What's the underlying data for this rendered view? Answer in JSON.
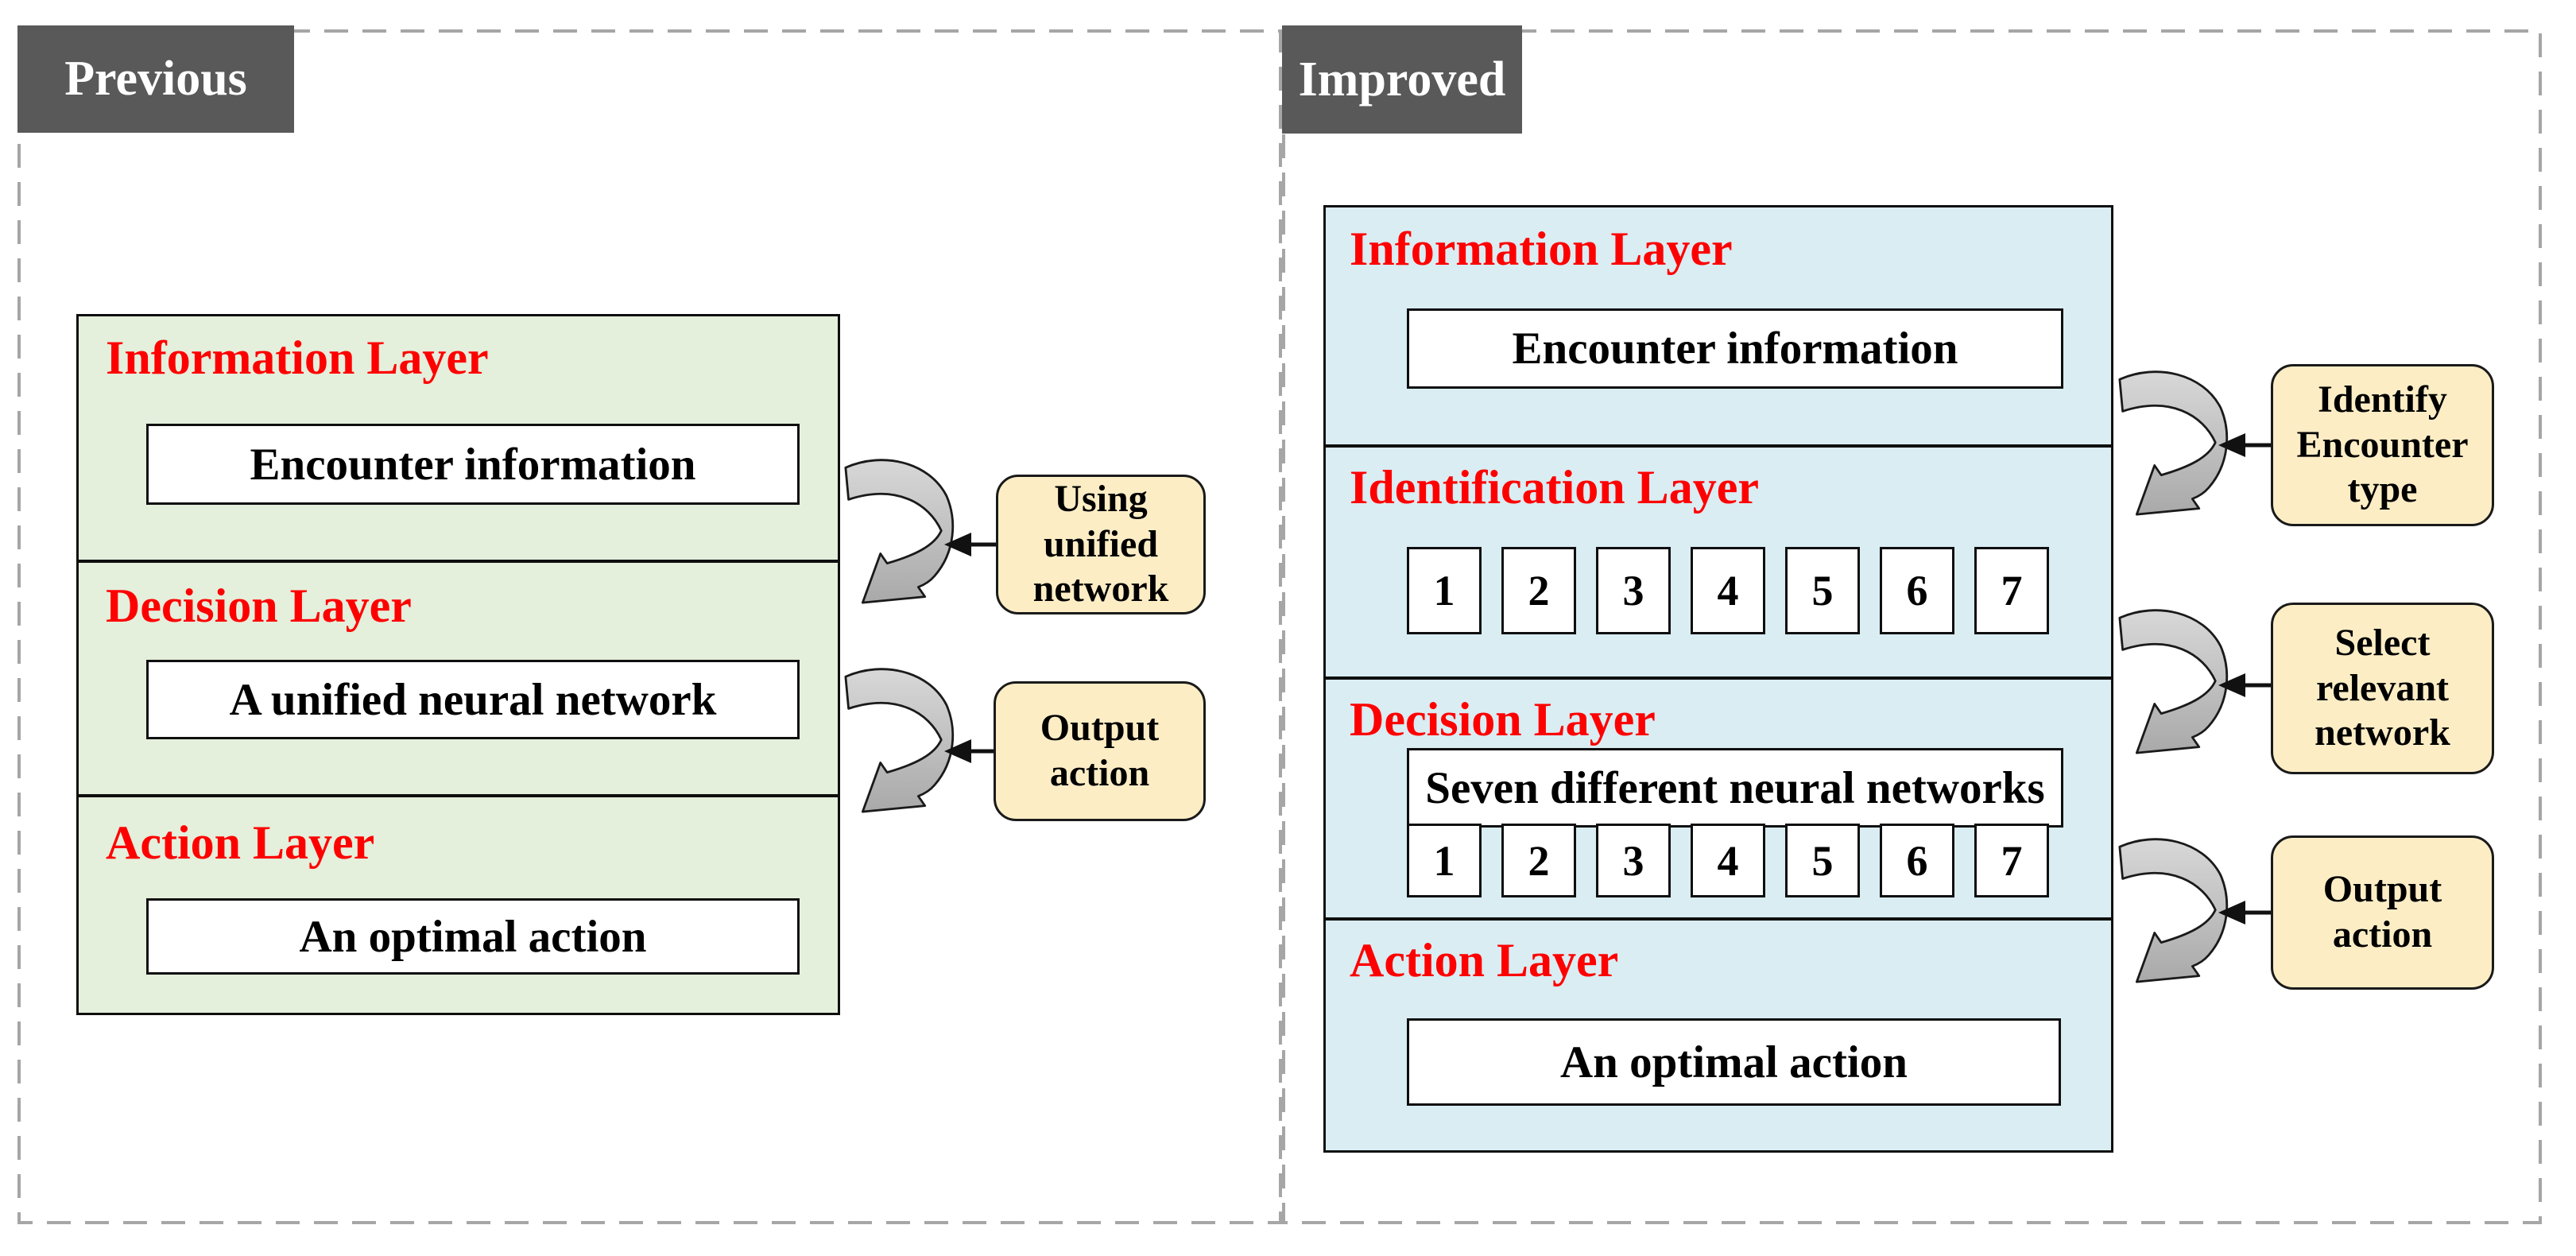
{
  "panels": {
    "previous": {
      "title": "Previous",
      "layers": [
        {
          "heading": "Information Layer",
          "box": "Encounter information"
        },
        {
          "heading": "Decision Layer",
          "box": "A unified neural network"
        },
        {
          "heading": "Action Layer",
          "box": "An optimal action"
        }
      ],
      "annotations": [
        {
          "label": "Using unified network"
        },
        {
          "label": "Output action"
        }
      ]
    },
    "improved": {
      "title": "Improved",
      "layers": [
        {
          "heading": "Information Layer",
          "box": "Encounter information"
        },
        {
          "heading": "Identification Layer",
          "box": ""
        },
        {
          "heading": "Decision Layer",
          "box": "Seven different neural networks"
        },
        {
          "heading": "Action Layer",
          "box": "An optimal action"
        }
      ],
      "network_ids": [
        "1",
        "2",
        "3",
        "4",
        "5",
        "6",
        "7"
      ],
      "annotations": [
        {
          "label": "Identify Encounter type"
        },
        {
          "label": "Select relevant network"
        },
        {
          "label": "Output action"
        }
      ]
    }
  },
  "colors": {
    "previous_panel_fill": "#e4efdc",
    "improved_panel_fill": "#d9edf3",
    "annotation_fill": "#fcedc5",
    "title_tab_bg": "#595959",
    "heading_red": "#fe0000",
    "dashed_border": "#a6a6a6",
    "loop_arrow_gray_light": "#d8d8d8",
    "loop_arrow_gray_dark": "#a9a9a9"
  }
}
